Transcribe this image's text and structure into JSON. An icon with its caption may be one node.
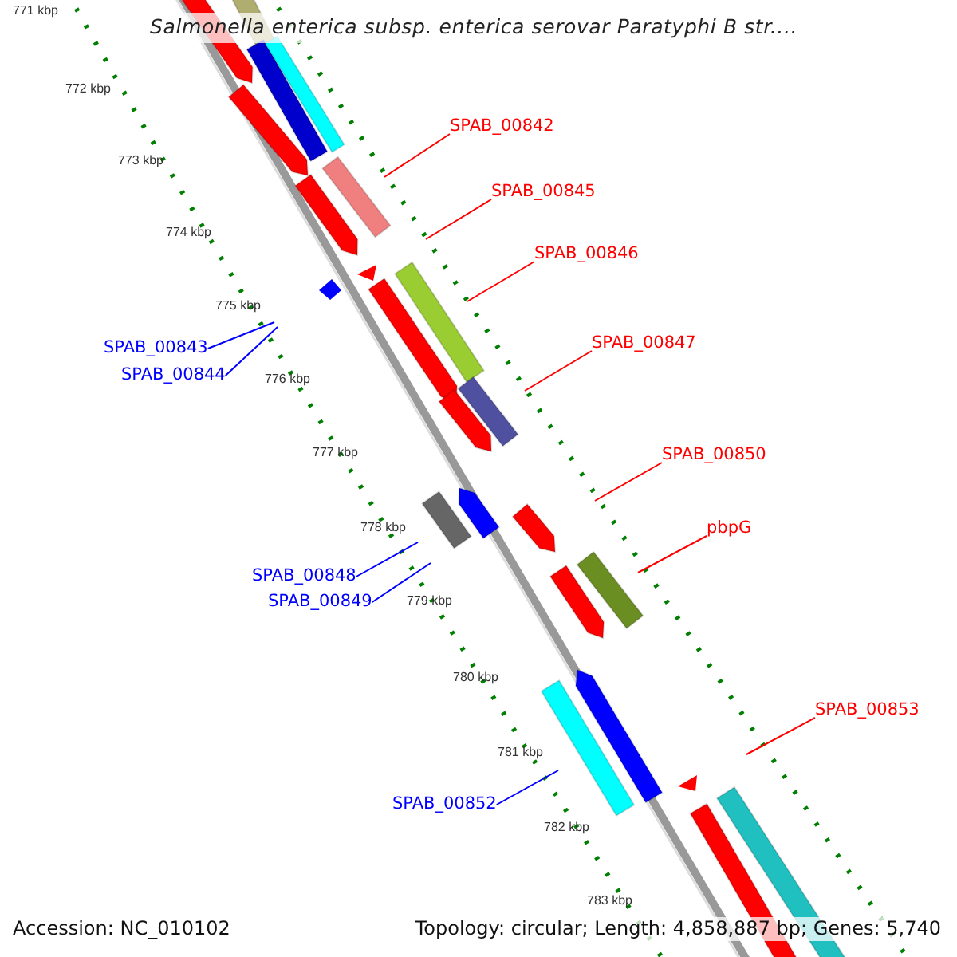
{
  "diagram": {
    "title": "Salmonella enterica subsp. enterica serovar Paratyphi B str....",
    "nodes": [
      {
        "text": [
          "SPAB_00842"
        ]
      },
      {
        "text": [
          "SPAB_00845"
        ]
      },
      {
        "text": [
          "SPAB_00846"
        ]
      },
      {
        "text": [
          "SPAB_00843"
        ]
      },
      {
        "text": [
          "SPAB_00844"
        ]
      },
      {
        "text": [
          "SPAB_00847"
        ]
      },
      {
        "text": [
          "SPAB_00850"
        ]
      },
      {
        "text": [
          "pbpG"
        ]
      },
      {
        "text": [
          "SPAB_00848"
        ]
      },
      {
        "text": [
          "SPAB_00849"
        ]
      },
      {
        "text": [
          "SPAB_00853"
        ]
      },
      {
        "text": [
          "SPAB_00852"
        ]
      }
    ],
    "edges": [
      {
        "from": 0,
        "to": null,
        "arrow": "none"
      },
      {
        "from": 1,
        "to": null,
        "arrow": "none"
      },
      {
        "from": 2,
        "to": null,
        "arrow": "none"
      },
      {
        "from": 3,
        "to": null,
        "arrow": "none",
        "color": "#0000ff"
      },
      {
        "from": 4,
        "to": null,
        "arrow": "none",
        "color": "#0000ff"
      },
      {
        "from": 5,
        "to": null,
        "arrow": "none"
      },
      {
        "from": 6,
        "to": null,
        "arrow": "none"
      },
      {
        "from": 7,
        "to": null,
        "arrow": "none"
      },
      {
        "from": 8,
        "to": null,
        "arrow": "none",
        "color": "#0000ff"
      },
      {
        "from": 9,
        "to": null,
        "arrow": "none",
        "color": "#0000ff"
      },
      {
        "from": 10,
        "to": null,
        "arrow": "none"
      },
      {
        "from": 11,
        "to": null,
        "arrow": "none",
        "color": "#0000ff"
      }
    ],
    "labels": [
      "771 kbp",
      "772 kbp",
      "773 kbp",
      "774 kbp",
      "775 kbp",
      "776 kbp",
      "777 kbp",
      "778 kbp",
      "779 kbp",
      "780 kbp",
      "781 kbp",
      "782 kbp",
      "783 kbp",
      "Accession: NC_010102",
      "Topology: circular; Length: 4,858,887 bp; Genes: 5,740"
    ]
  }
}
